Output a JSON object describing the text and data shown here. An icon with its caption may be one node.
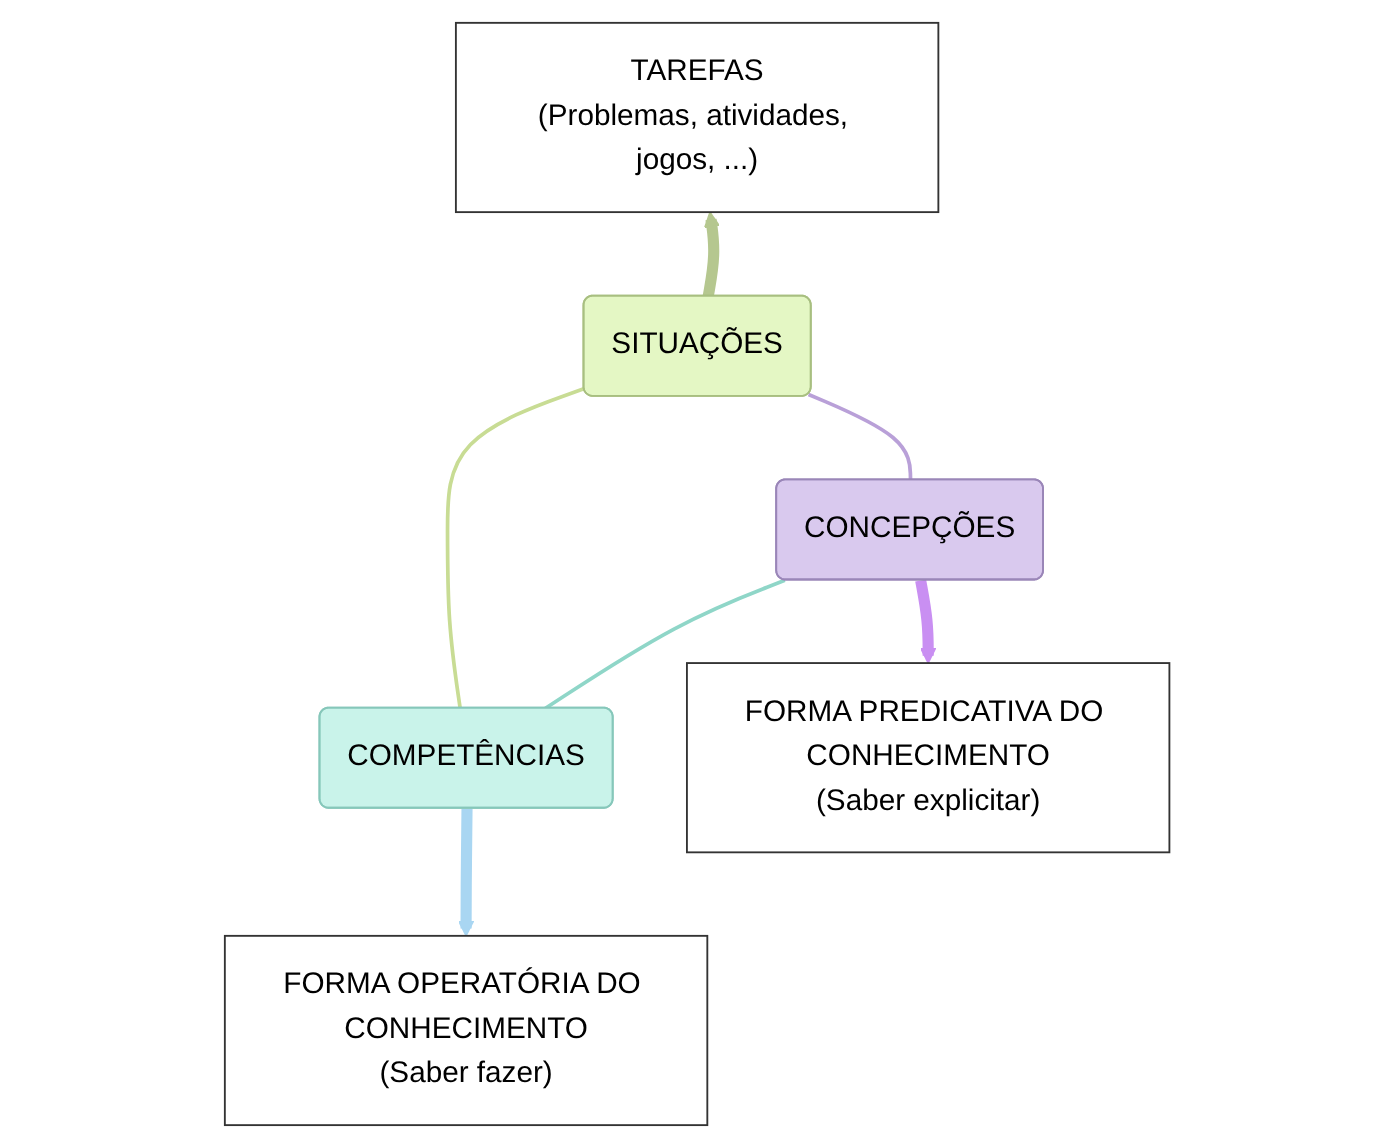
{
  "diagram": {
    "nodes": [
      {
        "text": [
          "TAREFAS",
          "(Problemas, atividades, jogos, ...)"
        ]
      },
      {
        "text": [
          "SITUAÇÕES"
        ]
      },
      {
        "text": [
          "CONCEPÇÕES"
        ]
      },
      {
        "text": [
          "COMPETÊNCIAS"
        ]
      },
      {
        "text": [
          "FORMA PREDICATIVA DO CONHECIMENTO",
          "(Saber explicitar)"
        ]
      },
      {
        "text": [
          "FORMA OPERATÓRIA DO CONHECIMENTO",
          "(Saber fazer)"
        ]
      }
    ],
    "edges": [
      {
        "from": 1,
        "to": 0,
        "arrow": "to",
        "style": "thick",
        "color": "#b5c78f"
      },
      {
        "from": 2,
        "to": 4,
        "arrow": "to",
        "style": "thick",
        "color": "#c98ff2"
      },
      {
        "from": 3,
        "to": 5,
        "arrow": "to",
        "style": "thick",
        "color": "#a9d6f2"
      },
      {
        "from": 1,
        "to": 2,
        "arrow": "none",
        "color": "#b9a0d8"
      },
      {
        "from": 1,
        "to": 3,
        "arrow": "none",
        "color": "#c8dc94"
      },
      {
        "from": 2,
        "to": 3,
        "arrow": "none",
        "color": "#8fd6c8"
      }
    ]
  }
}
